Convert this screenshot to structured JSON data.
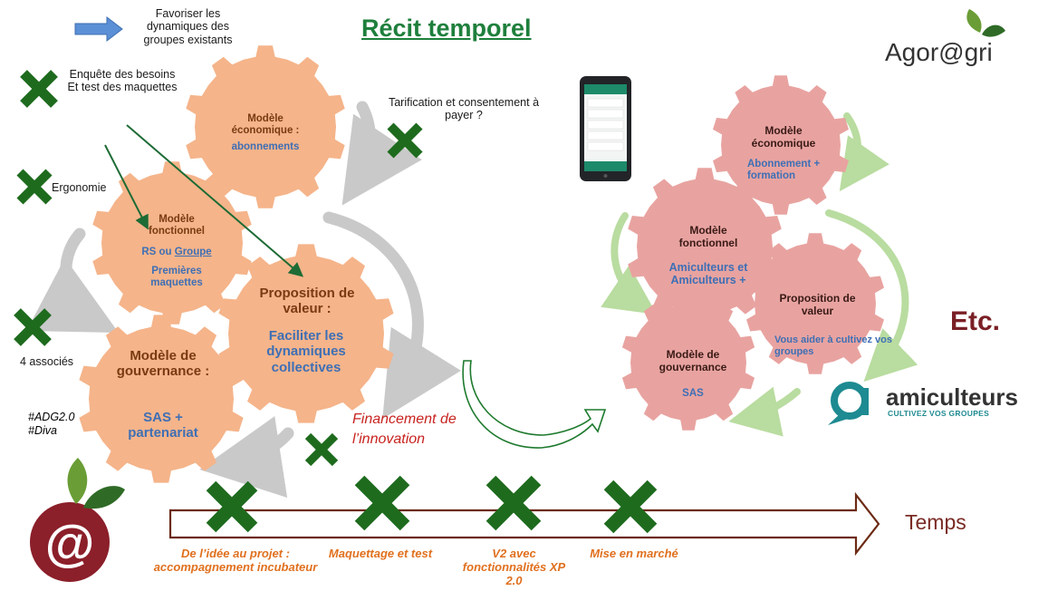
{
  "title": "Récit temporel",
  "legend": {
    "arrow_text": "Favoriser les dynamiques des groupes existants"
  },
  "logos": {
    "agorgri": "Agor@gri",
    "amiculteurs_name": "amiculteurs",
    "amiculteurs_tagline": "CULTIVEZ VOS GROUPES"
  },
  "left_notes": {
    "survey": "Enquête des besoins Et test des maquettes",
    "pricing": "Tarification et consentement à payer ?",
    "ergonomics": "Ergonomie",
    "partners": "4 associés",
    "hashtag1": "#ADG2.0",
    "hashtag2": "#Diva"
  },
  "left_gears": {
    "economic": {
      "title": "Modèle économique :",
      "detail": "abonnements"
    },
    "functional": {
      "title": "Modèle fonctionnel",
      "detail_prefix": "RS ou ",
      "detail_link": "Groupe",
      "detail2": "Premières maquettes"
    },
    "value": {
      "title": "Proposition de valeur :",
      "detail": "Faciliter les dynamiques collectives"
    },
    "governance": {
      "title": "Modèle de gouvernance :",
      "detail": "SAS + partenariat"
    }
  },
  "right_gears": {
    "economic": {
      "title": "Modèle économique",
      "detail": "Abonnement + formation"
    },
    "functional": {
      "title": "Modèle fonctionnel",
      "detail": "Amiculteurs et Amiculteurs +"
    },
    "value": {
      "title": "Proposition de valeur",
      "detail": "Vous aider à cultivez vos groupes"
    },
    "governance": {
      "title": "Modèle de gouvernance",
      "detail": "SAS"
    }
  },
  "financing": "Financement de l’innovation",
  "etc": "Etc.",
  "timeline": {
    "label": "Temps",
    "milestones": [
      "De l’idée au projet : accompagnement incubateur",
      "Maquettage et test",
      "V2 avec fonctionnalités XP 2.0",
      "Mise en marché"
    ]
  },
  "colors": {
    "title_green": "#1e7f3c",
    "gear_orange": "#f5b48a",
    "gear_pink": "#e8a3a0",
    "check_green": "#1e6b1e",
    "cycle_gray": "#c9c9c9",
    "cycle_green": "#b9dca0",
    "maroon": "#7a1f26",
    "teal": "#1e8a91"
  }
}
